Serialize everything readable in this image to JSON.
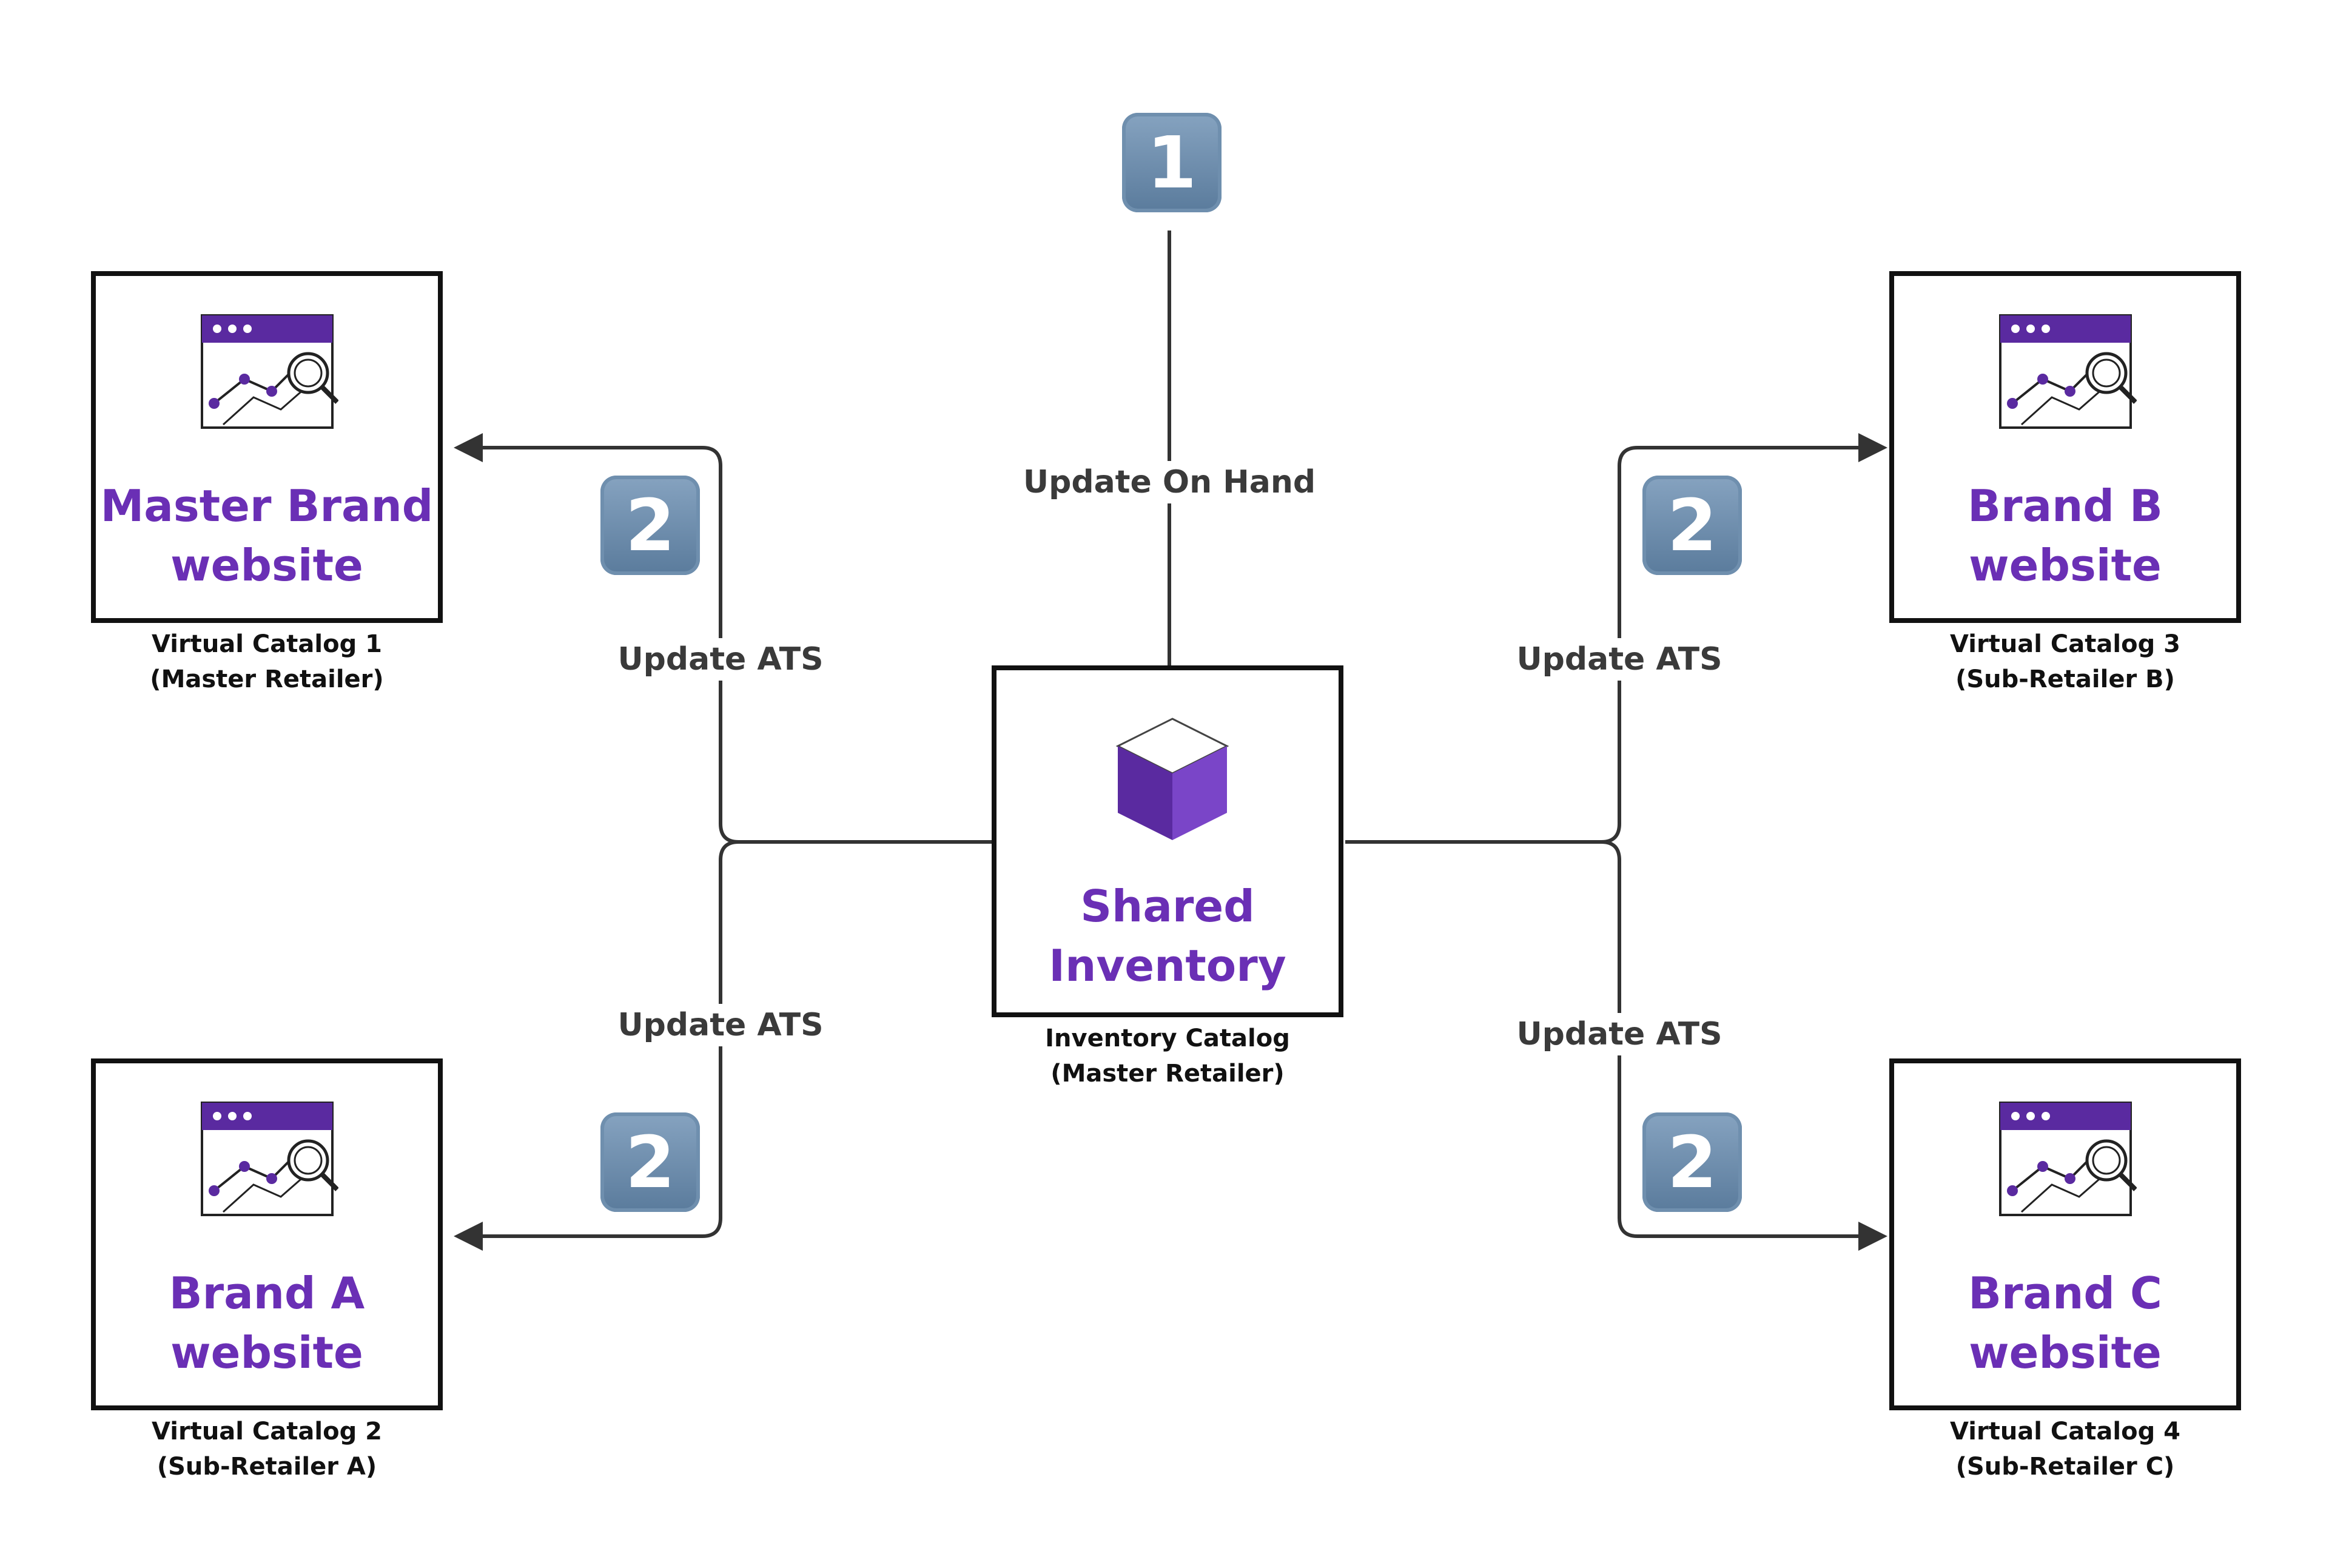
{
  "nodes": {
    "shared_inventory": {
      "title": "Shared\nInventory",
      "caption_line1": "Inventory Catalog",
      "caption_line2": "(Master Retailer)"
    },
    "master_brand": {
      "title": "Master Brand\nwebsite",
      "caption_line1": "Virtual Catalog 1",
      "caption_line2": "(Master Retailer)"
    },
    "brand_a": {
      "title": "Brand A\nwebsite",
      "caption_line1": "Virtual Catalog 2",
      "caption_line2": "(Sub-Retailer A)"
    },
    "brand_b": {
      "title": "Brand B\nwebsite",
      "caption_line1": "Virtual Catalog 3",
      "caption_line2": "(Sub-Retailer B)"
    },
    "brand_c": {
      "title": "Brand C\nwebsite",
      "caption_line1": "Virtual Catalog 4",
      "caption_line2": "(Sub-Retailer C)"
    }
  },
  "edges": {
    "on_hand_label": "Update On Hand",
    "ats_master_label": "Update ATS",
    "ats_brand_a_label": "Update ATS",
    "ats_brand_b_label": "Update ATS",
    "ats_brand_c_label": "Update ATS"
  },
  "steps": {
    "step_one": "1",
    "step_two": "2"
  },
  "icons": {
    "node_icon": "analytics-browser-icon",
    "center_icon": "cube-box-icon"
  },
  "colors": {
    "title_purple": "#6a2fb5",
    "border": "#111111",
    "connector": "#333333",
    "step_badge": "#6f8fae"
  }
}
